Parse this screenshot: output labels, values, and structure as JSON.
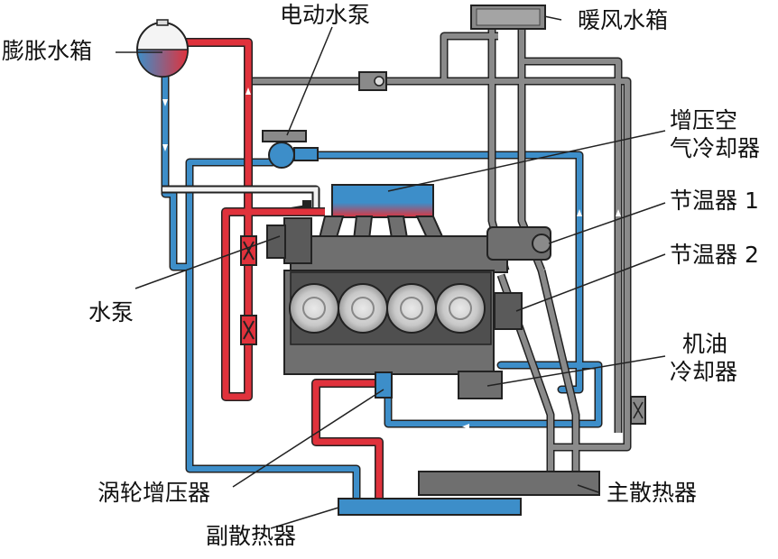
{
  "labels": {
    "expansion_tank": "膨胀水箱",
    "electric_pump": "电动水泵",
    "heater_core": "暖风水箱",
    "charge_air_cooler_line1": "增压空",
    "charge_air_cooler_line2": "气冷却器",
    "thermostat_1": "节温器 1",
    "thermostat_2": "节温器 2",
    "water_pump": "水泵",
    "oil_cooler_line1": "机油",
    "oil_cooler_line2": "冷却器",
    "turbocharger": "涡轮增压器",
    "main_radiator": "主散热器",
    "aux_radiator": "副散热器"
  },
  "colors": {
    "hot": "#e0323c",
    "cold": "#3d8ec9",
    "engine": "#6f6f6f",
    "engine_dark": "#4f4f4f",
    "pipe_gray": "#8a8a8a"
  }
}
